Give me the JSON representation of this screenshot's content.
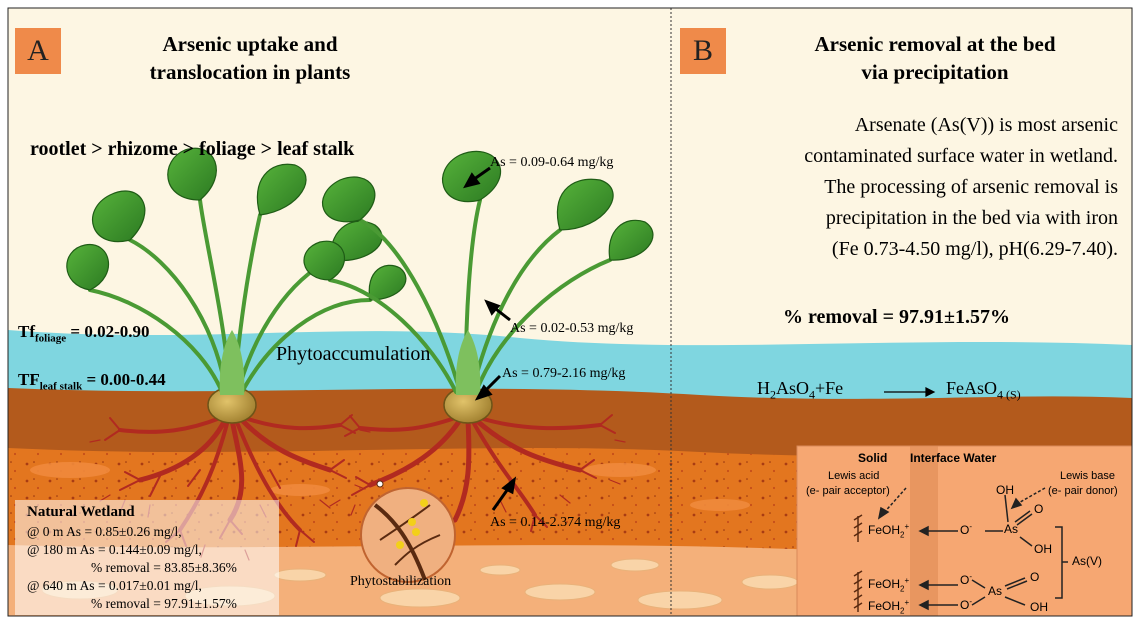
{
  "panel_a": {
    "badge": "A",
    "title_line1": "Arsenic uptake and",
    "title_line2": "translocation in plants",
    "order": "rootlet > rhizome > foliage > leaf stalk",
    "tf_foliage": {
      "prefix": "Tf",
      "sub": "foliage",
      "value": " = 0.02-0.90"
    },
    "tf_leaf_stalk": {
      "prefix": "TF",
      "sub": "leaf stalk",
      "value": " = 0.00-0.44"
    },
    "phytoaccumulation": "Phytoaccumulation",
    "phytostabilization": "Phytostabilization",
    "as_leaf": "As = 0.09-0.64  mg/kg",
    "as_stalk": "As = 0.02-0.53  mg/kg",
    "as_rhizome": "As = 0.79-2.16  mg/kg",
    "as_root": "As = 0.14-2.374  mg/kg",
    "wetland": {
      "heading": "Natural Wetland",
      "row1": "@ 0 m      As = 0.85±0.26 mg/l,",
      "row2": "@ 180 m  As = 0.144±0.09 mg/l,",
      "row3": "% removal = 83.85±8.36%",
      "row4": "@ 640 m  As = 0.017±0.01 mg/l,",
      "row5": "% removal = 97.91±1.57%"
    }
  },
  "panel_b": {
    "badge": "B",
    "title_line1": "Arsenic removal at the bed",
    "title_line2": "via precipitation",
    "para_line1": "Arsenate (As(V)) is most arsenic",
    "para_line2": "contaminated surface water in wetland.",
    "para_line3": "The processing of arsenic removal is",
    "para_line4": "precipitation in the bed via with iron",
    "para_line5": "(Fe 0.73-4.50 mg/l), pH(6.29-7.40).",
    "removal": "% removal = 97.91±1.57%",
    "equation": {
      "reactant_h": "H",
      "reactant_h_sub": "2",
      "reactant_aso": "AsO",
      "reactant_aso_sub": "4",
      "plus_fe": "+Fe",
      "product": "FeAsO",
      "product_sub": "4 (S)"
    },
    "inset": {
      "solid": "Solid",
      "interface_water": "Interface Water",
      "lewis_acid": "Lewis acid",
      "lewis_acid_note": "(e- pair acceptor)",
      "lewis_base": "Lewis base",
      "lewis_base_note": "(e- pair donor)",
      "oh_top": "OH",
      "feoh2_1": "FeOH",
      "o_minus_1": "O",
      "as_1": "As",
      "o_1": "O",
      "oh_1": "OH",
      "as_v": "As(V)",
      "feoh2_2": "FeOH",
      "o_minus_2": "O",
      "as_2": "As",
      "o_2": "O",
      "feoh2_3": "FeOH",
      "o_minus_3": "O",
      "oh_2": "OH"
    }
  },
  "colors": {
    "background": "#fdf6e3",
    "water": "#7fd6e0",
    "soil_dark": "#b35a1c",
    "soil_mid": "#e3761f",
    "soil_light": "#f4b07a",
    "sand": "#f9d4a8",
    "leaf": "#3a8f2a",
    "root": "#b12a20",
    "badge": "#ef8a4a"
  }
}
